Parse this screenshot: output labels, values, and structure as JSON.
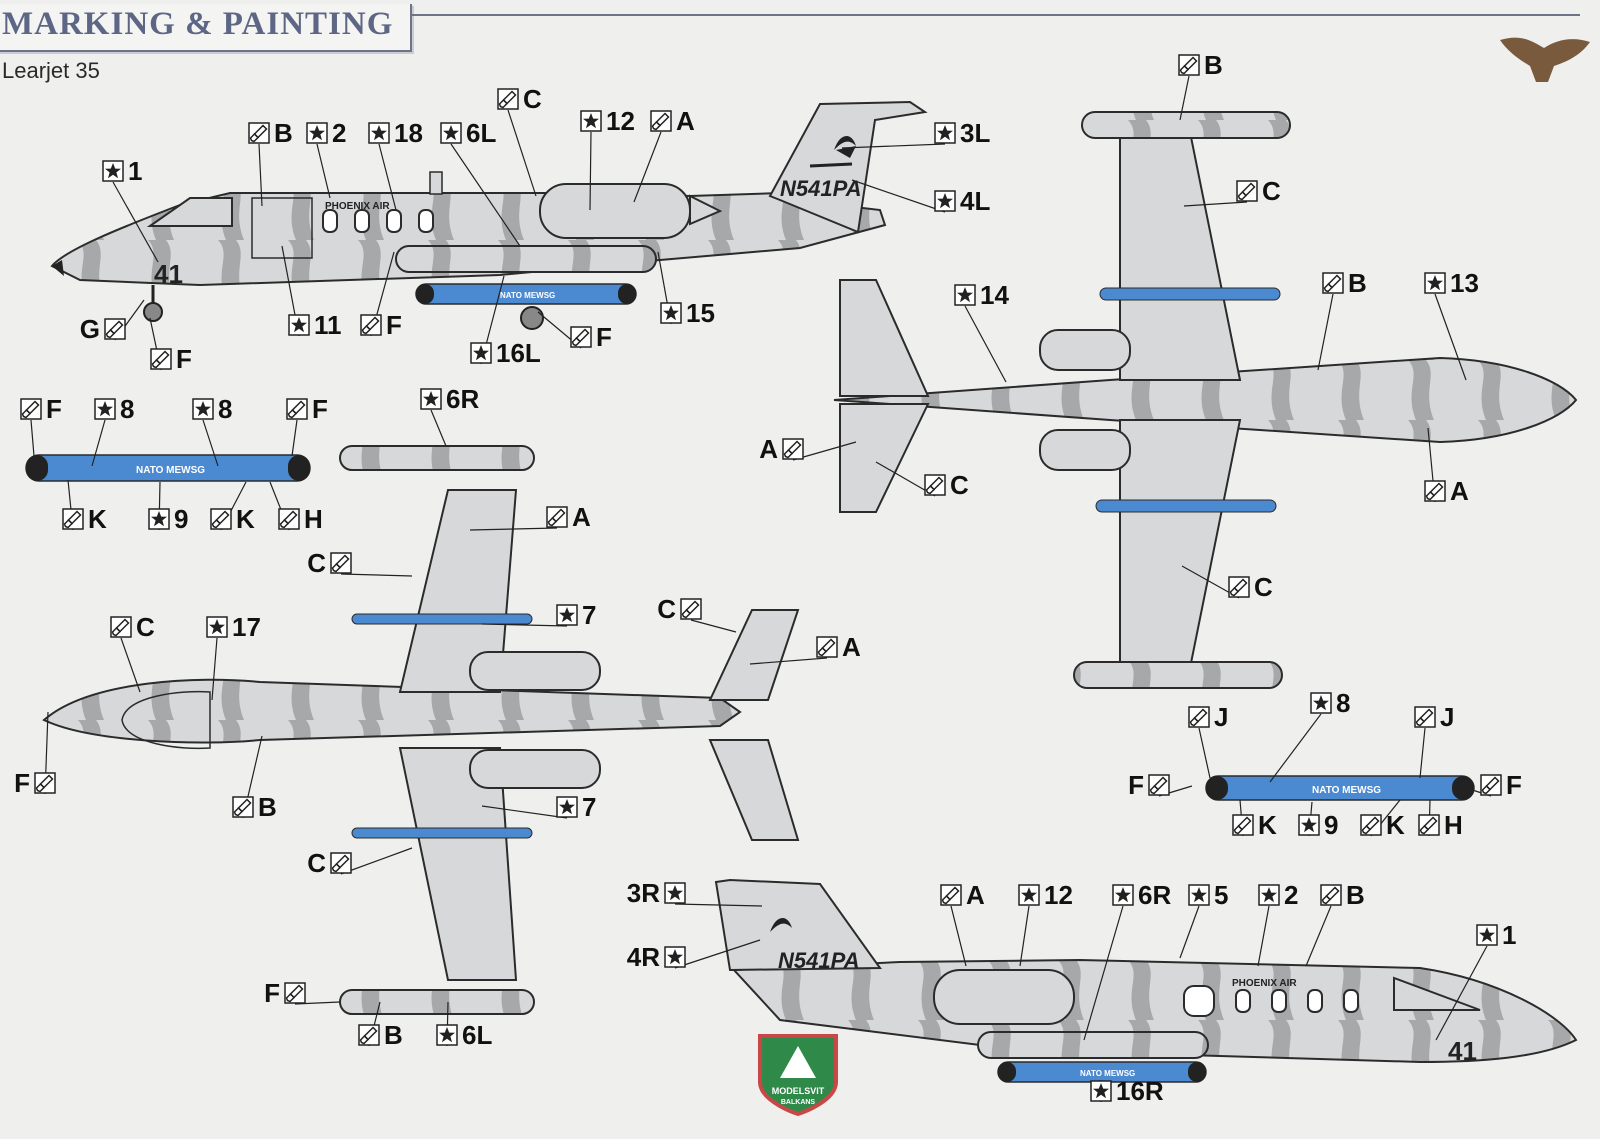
{
  "header": {
    "title": "MARKING & PAINTING",
    "subtitle": "Learjet 35"
  },
  "aircraft": {
    "registration": "N541PA",
    "fuselage_text": "PHOENIX AIR",
    "nose_number": "41",
    "pod_text": "NATO MEWSG"
  },
  "logo": {
    "line1": "MODELSVIT",
    "line2": "BALKANS"
  },
  "colors": {
    "light_grey": "#d7d8da",
    "camo_grey": "#a7a8aa",
    "pod_blue": "#4b8ad0",
    "outline": "#2b2b2b",
    "title_blue": "#5e6685"
  },
  "callouts": {
    "left_side": [
      {
        "type": "paint",
        "code": "B"
      },
      {
        "type": "decal",
        "code": "2"
      },
      {
        "type": "decal",
        "code": "18"
      },
      {
        "type": "decal",
        "code": "6L"
      },
      {
        "type": "paint",
        "code": "C"
      },
      {
        "type": "decal",
        "code": "12"
      },
      {
        "type": "paint",
        "code": "A"
      },
      {
        "type": "decal",
        "code": "3L"
      },
      {
        "type": "decal",
        "code": "4L"
      },
      {
        "type": "decal",
        "code": "1"
      },
      {
        "type": "decal",
        "code": "15"
      },
      {
        "type": "decal",
        "code": "11"
      },
      {
        "type": "paint",
        "code": "F"
      },
      {
        "type": "paint",
        "code": "F"
      },
      {
        "type": "decal",
        "code": "16L"
      },
      {
        "type": "paint",
        "code": "F"
      },
      {
        "type": "paint",
        "code": "G"
      }
    ],
    "pod_left": [
      {
        "type": "paint",
        "code": "F"
      },
      {
        "type": "decal",
        "code": "8"
      },
      {
        "type": "decal",
        "code": "8"
      },
      {
        "type": "paint",
        "code": "F"
      },
      {
        "type": "paint",
        "code": "K"
      },
      {
        "type": "decal",
        "code": "9"
      },
      {
        "type": "paint",
        "code": "K"
      },
      {
        "type": "paint",
        "code": "H"
      }
    ],
    "top_view": [
      {
        "type": "decal",
        "code": "6R"
      },
      {
        "type": "paint",
        "code": "A"
      },
      {
        "type": "paint",
        "code": "C"
      },
      {
        "type": "decal",
        "code": "7"
      },
      {
        "type": "paint",
        "code": "C"
      },
      {
        "type": "paint",
        "code": "A"
      },
      {
        "type": "paint",
        "code": "C"
      },
      {
        "type": "decal",
        "code": "17"
      },
      {
        "type": "paint",
        "code": "F"
      },
      {
        "type": "paint",
        "code": "B"
      },
      {
        "type": "decal",
        "code": "7"
      },
      {
        "type": "paint",
        "code": "C"
      },
      {
        "type": "paint",
        "code": "F"
      },
      {
        "type": "paint",
        "code": "B"
      },
      {
        "type": "decal",
        "code": "6L"
      }
    ],
    "bottom_view": [
      {
        "type": "paint",
        "code": "B"
      },
      {
        "type": "paint",
        "code": "C"
      },
      {
        "type": "decal",
        "code": "14"
      },
      {
        "type": "paint",
        "code": "B"
      },
      {
        "type": "decal",
        "code": "13"
      },
      {
        "type": "paint",
        "code": "A"
      },
      {
        "type": "paint",
        "code": "C"
      },
      {
        "type": "paint",
        "code": "A"
      },
      {
        "type": "paint",
        "code": "C"
      }
    ],
    "pod_right": [
      {
        "type": "paint",
        "code": "J"
      },
      {
        "type": "decal",
        "code": "8"
      },
      {
        "type": "paint",
        "code": "J"
      },
      {
        "type": "paint",
        "code": "F"
      },
      {
        "type": "paint",
        "code": "F"
      },
      {
        "type": "paint",
        "code": "K"
      },
      {
        "type": "decal",
        "code": "9"
      },
      {
        "type": "paint",
        "code": "K"
      },
      {
        "type": "paint",
        "code": "H"
      }
    ],
    "right_side": [
      {
        "type": "decal",
        "code": "3R"
      },
      {
        "type": "decal",
        "code": "4R"
      },
      {
        "type": "paint",
        "code": "A"
      },
      {
        "type": "decal",
        "code": "12"
      },
      {
        "type": "decal",
        "code": "6R"
      },
      {
        "type": "decal",
        "code": "5"
      },
      {
        "type": "decal",
        "code": "2"
      },
      {
        "type": "paint",
        "code": "B"
      },
      {
        "type": "decal",
        "code": "1"
      },
      {
        "type": "decal",
        "code": "16R"
      }
    ]
  }
}
